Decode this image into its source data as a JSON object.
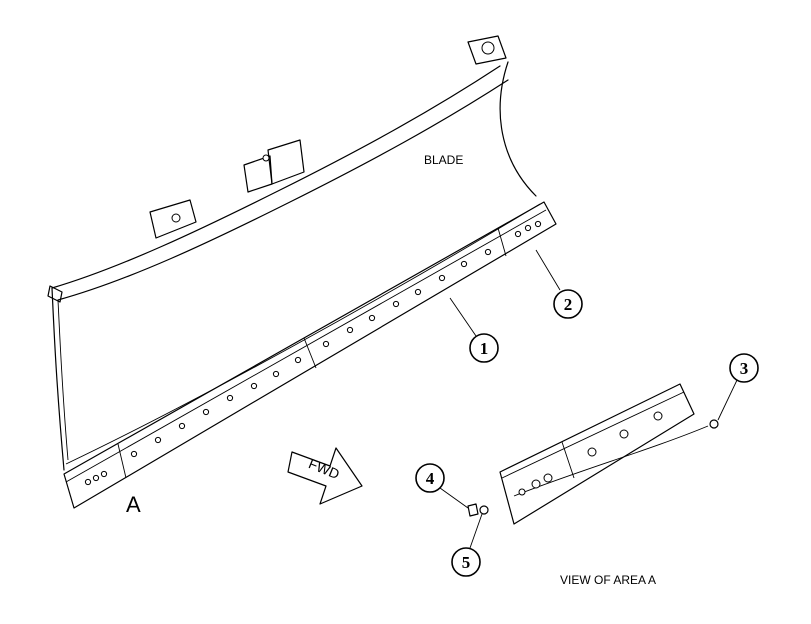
{
  "labels": {
    "blade": "BLADE",
    "area": "A",
    "fwd": "FWD",
    "view": "VIEW OF AREA A"
  },
  "callouts": [
    "1",
    "2",
    "3",
    "4",
    "5"
  ]
}
